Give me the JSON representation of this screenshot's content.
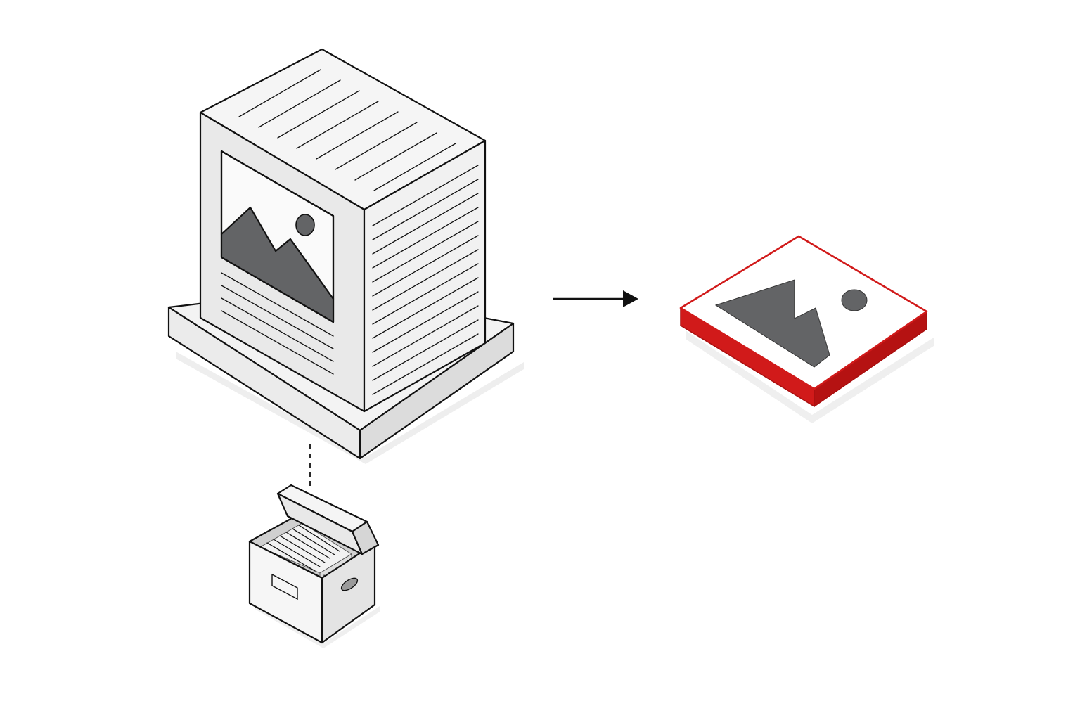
{
  "diagram": {
    "colors": {
      "background": "#ffffff",
      "outline": "#111111",
      "face_light": "#f4f4f4",
      "face_mid": "#e6e6e6",
      "face_dark": "#d6d6d6",
      "image_shape": "#636466",
      "accent": "#d11a1a",
      "accent_dark": "#a90f0f"
    },
    "nodes": [
      {
        "id": "document-stack",
        "icon": "document-with-image-icon",
        "description_shown": false
      },
      {
        "id": "archive-box",
        "icon": "archive-box-icon",
        "description_shown": false
      },
      {
        "id": "extracted-image",
        "icon": "image-icon",
        "highlight_color": "#d11a1a"
      }
    ],
    "edges": [
      {
        "from": "document-stack",
        "to": "extracted-image",
        "style": "solid-arrow"
      },
      {
        "from": "document-stack",
        "to": "archive-box",
        "style": "dashed-line"
      }
    ]
  }
}
